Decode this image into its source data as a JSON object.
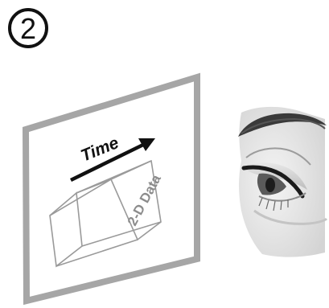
{
  "step_badge": {
    "number": "2"
  },
  "panel": {
    "time_label": "Time",
    "data_label": "2-D Data"
  },
  "colors": {
    "panel_frame": "#a6a6a6",
    "box_lines": "#9a9a9a",
    "data_text": "#8c8c8c",
    "ink": "#111111"
  },
  "icons": {
    "arrow": "arrow-right-icon",
    "eye": "eye-icon"
  }
}
